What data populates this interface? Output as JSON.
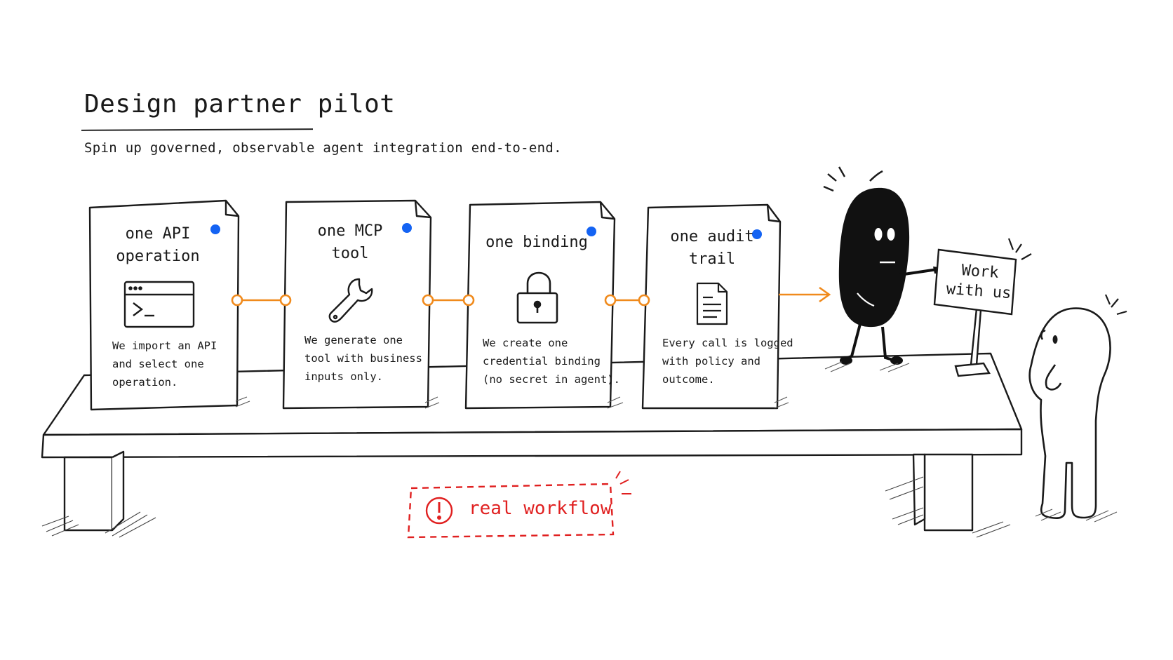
{
  "header": {
    "title": "Design partner pilot",
    "subtitle": "Spin up governed, observable agent integration end-to-end."
  },
  "cards": [
    {
      "title_lines": [
        "one API",
        "operation"
      ],
      "icon": "terminal-icon",
      "desc_lines": [
        "We import an API",
        "and select one",
        "operation."
      ]
    },
    {
      "title_lines": [
        "one MCP",
        "tool"
      ],
      "icon": "wrench-icon",
      "desc_lines": [
        "We generate one",
        "tool with business",
        "inputs only."
      ]
    },
    {
      "title_lines": [
        "one binding"
      ],
      "icon": "padlock-icon",
      "desc_lines": [
        "We create one",
        "credential binding",
        "(no secret in agent)."
      ]
    },
    {
      "title_lines": [
        "one audit",
        "trail"
      ],
      "icon": "document-icon",
      "desc_lines": [
        "Every call is logged",
        "with policy and",
        "outcome."
      ]
    }
  ],
  "sign": {
    "lines": [
      "Work",
      "with us"
    ]
  },
  "badge": {
    "label": "real workflow",
    "icon": "alert-icon"
  },
  "colors": {
    "connector": "#f08a1c",
    "dot": "#1463f3",
    "badge": "#e02020",
    "ink": "#1a1a1a"
  }
}
